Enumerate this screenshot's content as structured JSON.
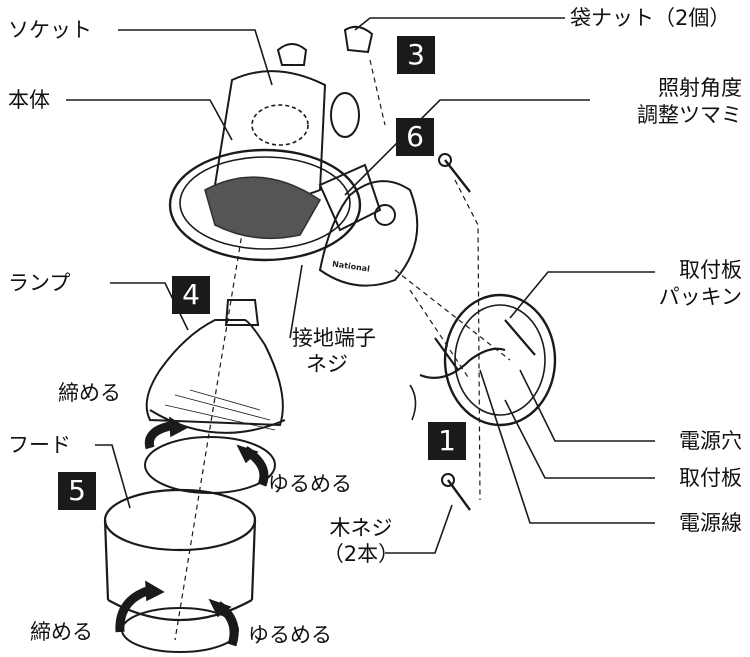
{
  "labels": {
    "socket": "ソケット",
    "body": "本体",
    "lamp": "ランプ",
    "tighten_lamp": "締める",
    "hood": "フード",
    "tighten_hood": "締める",
    "loosen_lamp": "ゆるめる",
    "loosen_hood": "ゆるめる",
    "cap_nut": "袋ナット（2個）",
    "angle_knob_line1": "照射角度",
    "angle_knob_line2": "調整ツマミ",
    "mount_packing_line1": "取付板",
    "mount_packing_line2": "パッキン",
    "ground_screw_line1": "接地端子",
    "ground_screw_line2": "ネジ",
    "power_hole": "電源穴",
    "mount_plate": "取付板",
    "power_cord": "電源線",
    "wood_screw_line1": "木ネジ",
    "wood_screw_line2": "（2本）"
  },
  "steps": [
    "3",
    "6",
    "4",
    "1",
    "5"
  ],
  "brand": "National",
  "colors": {
    "line": "#1a1a1a",
    "step_bg": "#1a1a1a",
    "step_text": "#ffffff",
    "dark_fill": "#555555"
  }
}
